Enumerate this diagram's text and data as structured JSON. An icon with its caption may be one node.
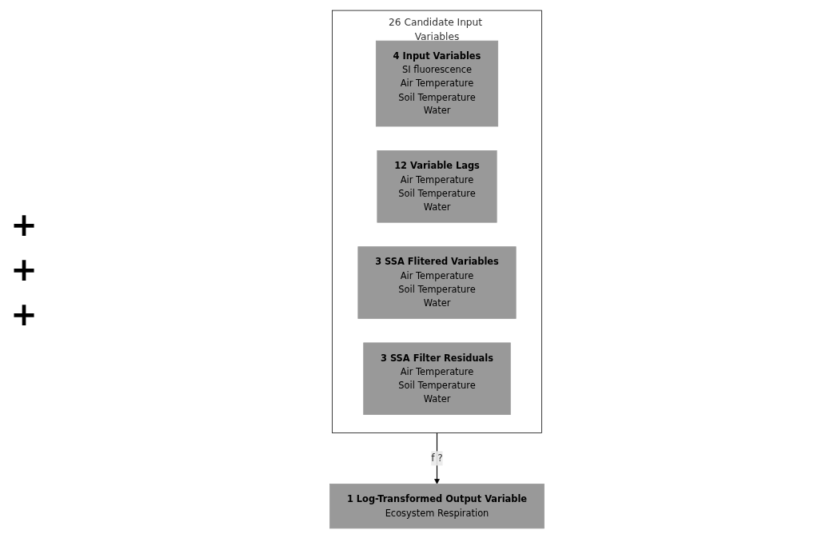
{
  "diagram": {
    "nodes": [
      {
        "text": [
          "26 Candidate Input Variables"
        ]
      },
      {
        "text": [
          "4 Input Variables",
          "SI fluorescence",
          "Air Temperature",
          "Soil Temperature",
          "Water"
        ],
        "in": 0
      },
      {
        "text": [
          "12 Variable Lags",
          "Air Temperature",
          "Soil Temperature",
          "Water"
        ],
        "in": 0
      },
      {
        "text": [
          "3 SSA Flitered Variables",
          "Air Temperature",
          "Soil Temperature",
          "Water"
        ],
        "in": 0
      },
      {
        "text": [
          "3 SSA Filter Residuals",
          "Air Temperature",
          "Soil Temperature",
          "Water"
        ],
        "in": 0
      },
      {
        "text": [
          "1 Log-Transformed Output Variable",
          "Ecosystem Respiration"
        ]
      }
    ],
    "edges": [
      {
        "from": 0,
        "to": 5,
        "arrow": "to",
        "label": "f ?"
      }
    ],
    "labels": [
      "+",
      "+",
      "+"
    ]
  }
}
